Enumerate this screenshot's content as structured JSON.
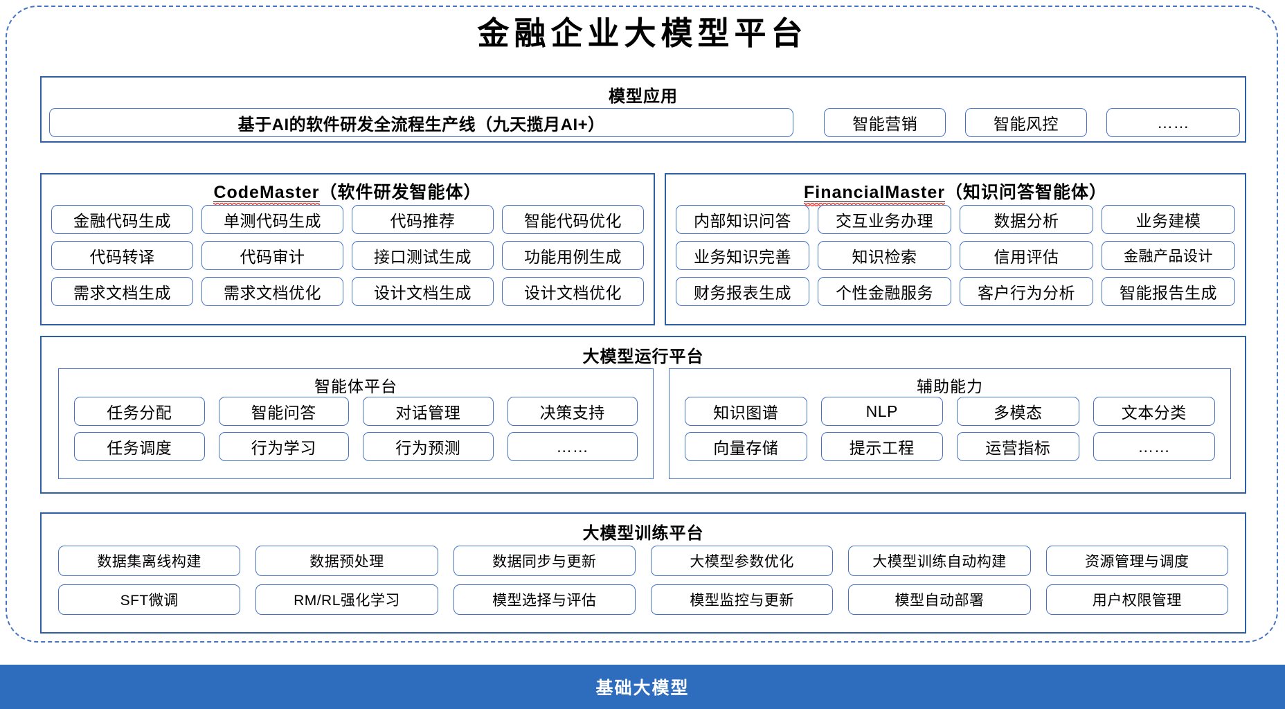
{
  "title": "金融企业大模型平台",
  "colors": {
    "accent_blue": "#4472C4",
    "section_border": "#2E5FA3",
    "foundation_bar": "#2E6DBE",
    "spellcheck_red": "#E8453C"
  },
  "model_application": {
    "title": "模型应用",
    "pipeline": "基于AI的软件研发全流程生产线（九天揽月AI+）",
    "apps": [
      "智能营销",
      "智能风控",
      "……"
    ]
  },
  "agents": {
    "codemaster": {
      "name_en": "CodeMaster",
      "name_cn": "（软件研发智能体）",
      "rows": [
        [
          "金融代码生成",
          "单测代码生成",
          "代码推荐",
          "智能代码优化"
        ],
        [
          "代码转译",
          "代码审计",
          "接口测试生成",
          "功能用例生成"
        ],
        [
          "需求文档生成",
          "需求文档优化",
          "设计文档生成",
          "设计文档优化"
        ]
      ]
    },
    "financialmaster": {
      "name_en": "FinancialMaster",
      "name_cn": "（知识问答智能体）",
      "rows": [
        [
          "内部知识问答",
          "交互业务办理",
          "数据分析",
          "业务建模"
        ],
        [
          "业务知识完善",
          "知识检索",
          "信用评估",
          "金融产品设计"
        ],
        [
          "财务报表生成",
          "个性金融服务",
          "客户行为分析",
          "智能报告生成"
        ]
      ]
    }
  },
  "run_platform": {
    "title": "大模型运行平台",
    "agent_platform": {
      "title": "智能体平台",
      "rows": [
        [
          "任务分配",
          "智能问答",
          "对话管理",
          "决策支持"
        ],
        [
          "任务调度",
          "行为学习",
          "行为预测",
          "……"
        ]
      ]
    },
    "aux_ability": {
      "title": "辅助能力",
      "rows": [
        [
          "知识图谱",
          "NLP",
          "多模态",
          "文本分类"
        ],
        [
          "向量存储",
          "提示工程",
          "运营指标",
          "……"
        ]
      ]
    }
  },
  "train_platform": {
    "title": "大模型训练平台",
    "rows": [
      [
        "数据集离线构建",
        "数据预处理",
        "数据同步与更新",
        "大模型参数优化",
        "大模型训练自动构建",
        "资源管理与调度"
      ],
      [
        "SFT微调",
        "RM/RL强化学习",
        "模型选择与评估",
        "模型监控与更新",
        "模型自动部署",
        "用户权限管理"
      ]
    ]
  },
  "foundation": {
    "label": "基础大模型"
  }
}
